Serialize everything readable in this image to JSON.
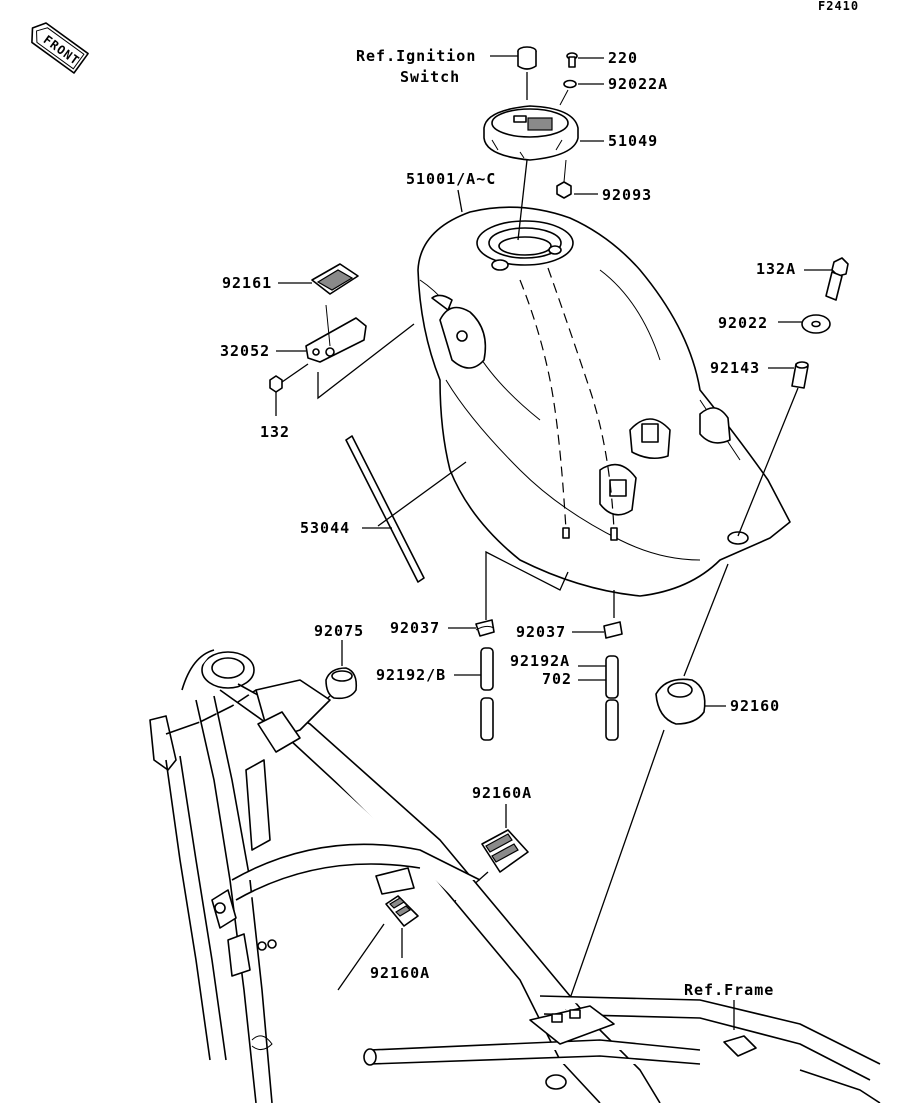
{
  "figure_id": "F2410",
  "orientation_badge": "FRONT",
  "callouts": {
    "ref_ignition": [
      "Ref.Ignition",
      "Switch"
    ],
    "p220": "220",
    "p92022A": "92022A",
    "p51049": "51049",
    "p92093": "92093",
    "p51001": "51001/A~C",
    "p132A": "132A",
    "p92161": "92161",
    "p92022": "92022",
    "p32052": "32052",
    "p92143": "92143",
    "p132": "132",
    "p53044": "53044",
    "p92037_left": "92037",
    "p92037_right": "92037",
    "p92075": "92075",
    "p92192B": "92192/B",
    "p92192A": "92192A",
    "p702": "702",
    "p92160": "92160",
    "p92160A_top": "92160A",
    "p92160A_bottom": "92160A",
    "ref_frame": "Ref.Frame"
  }
}
